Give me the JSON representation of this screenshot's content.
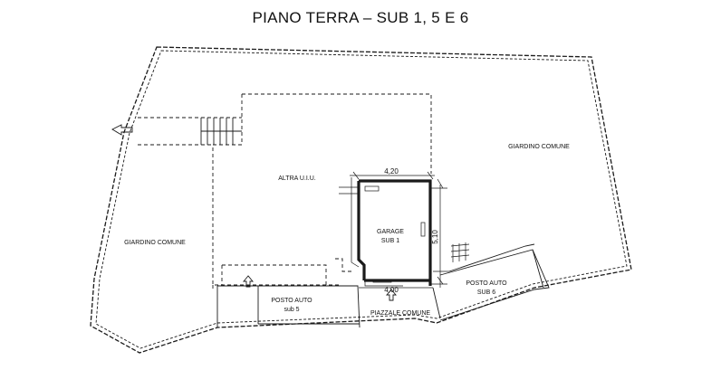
{
  "title": "PIANO TERRA – SUB 1, 5 E 6",
  "labels": {
    "giardino_right": "GIARDINO COMUNE",
    "giardino_left": "GIARDINO COMUNE",
    "altra_uiu": "ALTRA U.I.U.",
    "garage": "GARAGE",
    "garage_sub": "SUB 1",
    "posto_auto_5": "POSTO AUTO",
    "posto_auto_5_sub": "sub 5",
    "posto_auto_6": "POSTO AUTO",
    "posto_auto_6_sub": "SUB 6",
    "piazzale": "PIAZZALE COMUNE"
  },
  "dimensions": {
    "top_width": "4,20",
    "bottom_width": "4,00",
    "height": "5,10"
  }
}
